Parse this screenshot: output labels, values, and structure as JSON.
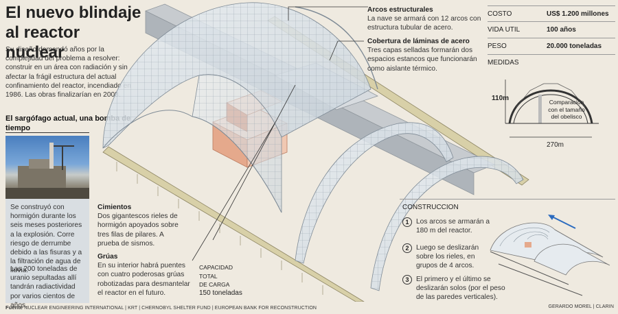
{
  "title": "El nuevo blindaje al reactor nuclear",
  "intro": "Su diseño demandó años por la complejidad del problema a resolver: construir en un área con radiación y sin afectar la frágil estructura del actual confinamiento del reactor, incendiado en 1986. Las obras finalizarían en 2008.",
  "sarcophagus": {
    "heading": "El sargófago actual, una bomba de tiempo",
    "text1": "Se construyó con hormigón durante los seis meses posteriores a la explosión. Corre riesgo de derrumbe debido a las fisuras y a la filtración de agua de lluvia.",
    "text2": "Las 200 toneladas de uranio sepultadas allí tandrán radiactividad por varios cientos de años."
  },
  "callouts": {
    "arcos_title": "Arcos estructurales",
    "arcos_text": "La nave se armará con 12 arcos con estructura tubular de acero.",
    "cobertura_title": "Cobertura de láminas de acero",
    "cobertura_text": "Tres capas selladas formarán dos espacios estancos que funcionarán como aislante térmico.",
    "cimientos_title": "Cimientos",
    "cimientos_text": "Dos gigantescos rieles de hormigón apoyados sobre tres filas de pilares. A prueba de sismos.",
    "gruas_title": "Grúas",
    "gruas_text": "En su interior habrá puentes con cuatro poderosas grúas robotizadas para desmantelar el reactor en el futuro.",
    "capacidad_label1": "CAPACIDAD",
    "capacidad_label2": "TOTAL",
    "capacidad_label3": "DE CARGA",
    "capacidad_value": "150 toneladas"
  },
  "specs": [
    {
      "key": "COSTO",
      "value": "US$ 1.200 millones"
    },
    {
      "key": "VIDA UTIL",
      "value": "100 años"
    },
    {
      "key": "PESO",
      "value": "20.000 toneladas"
    }
  ],
  "medidas": {
    "label": "MEDIDAS",
    "height": "110m",
    "width": "270m",
    "comparison": "Comparación con el tamaño del obelisco"
  },
  "construccion": {
    "label": "CONSTRUCCION",
    "steps": [
      {
        "num": "1",
        "text": "Los arcos se armarán a 180 m del reactor."
      },
      {
        "num": "2",
        "text": "Luego se deslizarán sobre los rieles, en grupos de 4 arcos."
      },
      {
        "num": "3",
        "text": "El primero y el último se deslizarán solos (por el peso de las paredes verticales)."
      }
    ]
  },
  "footer": {
    "source_label": "Fuente",
    "sources": "NUCLEAR ENGINEERING INTERNATIONAL | KRT | CHERNOBYL SHELTER FUND | EUROPEAN BANK FOR RECONSTRUCTION",
    "credit": "GERARDO MOREL | CLARIN"
  }
}
